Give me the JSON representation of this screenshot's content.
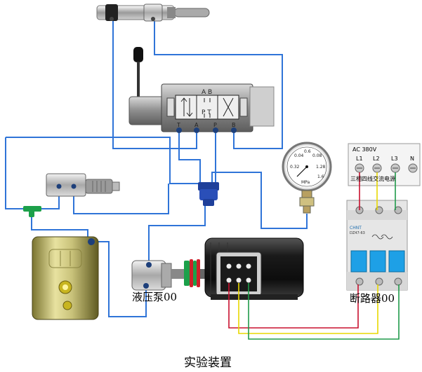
{
  "caption": "实验装置",
  "pump": {
    "label": "液压泵00"
  },
  "breaker": {
    "label": "断路器00",
    "brand": "CHNT",
    "model": "DZ47-63"
  },
  "power": {
    "title": "AC 380V",
    "phases": [
      "L1",
      "L2",
      "L3",
      "N"
    ],
    "name": "三相四线交流电源"
  },
  "gauge": {
    "unit": "MPa",
    "ticks": [
      "0.04",
      "0.08",
      "0.32",
      "0.6",
      "1.28",
      "1.6"
    ]
  },
  "valve": {
    "top_ports": "A B",
    "mid_ports": "P T",
    "bottom_ports": [
      "T",
      "A",
      "P",
      "B"
    ]
  },
  "colors": {
    "hose": "#2f74d8",
    "wire_red": "#c8102e",
    "wire_yellow": "#e8d800",
    "wire_green": "#1f9a4a",
    "breaker_toggle": "#1ea0e6"
  }
}
